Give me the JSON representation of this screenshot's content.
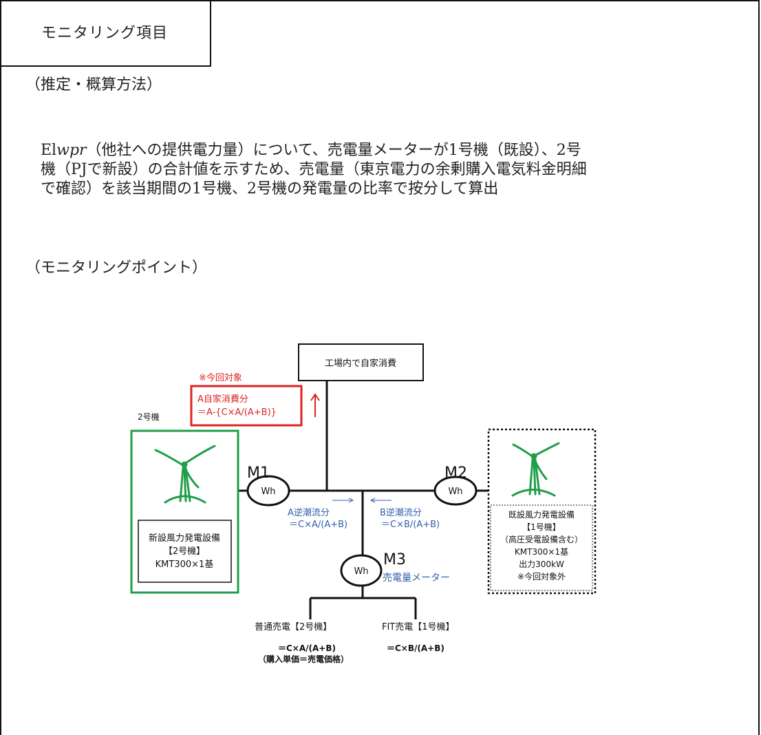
{
  "title": "モニタリング項目",
  "section_method": "（推定・概算方法）",
  "paragraph": {
    "prefix": "El",
    "italic": "wpr",
    "lines": [
      "（他社への提供電力量）について、売電量メーターが1号機（既設）、2号",
      "機（PJで新設）の合計値を示すため、売電量（東京電力の余剰購入電気料金明細",
      "で確認）を該当期間の1号機、2号機の発電量の比率で按分して算出"
    ]
  },
  "section_points": "（モニタリングポイント）",
  "diagram": {
    "factory_box": "工場内で自家消費",
    "target_note": "※今回対象",
    "self_consumption": [
      "A自家消費分",
      "＝A-{C×A/(A+B)}"
    ],
    "unit2_label": "2号機",
    "new_facility": [
      "新設風力発電設備",
      "【2号機】",
      "KMT300×1基"
    ],
    "existing_facility": [
      "既設風力発電設備",
      "【1号機】",
      "（高圧受電設備含む）",
      "KMT300×1基",
      "出力300kW",
      "※今回対象外"
    ],
    "meters": {
      "m1": "M1",
      "m2": "M2",
      "m3": "M3",
      "wh": "Wh"
    },
    "reverse_a": [
      "A逆潮流分",
      "＝C×A/(A+B)"
    ],
    "reverse_b": [
      "B逆潮流分",
      "＝C×B/(A+B)"
    ],
    "sales_meter": "売電量メーター",
    "normal_sale": "普通売電【2号機】",
    "fit_sale": "FIT売電【1号機】",
    "normal_formula": "＝C×A/(A+B)",
    "normal_price": "（購入単価＝売電価格）",
    "fit_formula": "＝C×B/(A+B)",
    "colors": {
      "red": "#e02020",
      "green": "#1e9e48",
      "blue": "#2f5fa8",
      "text": "#111111"
    }
  }
}
